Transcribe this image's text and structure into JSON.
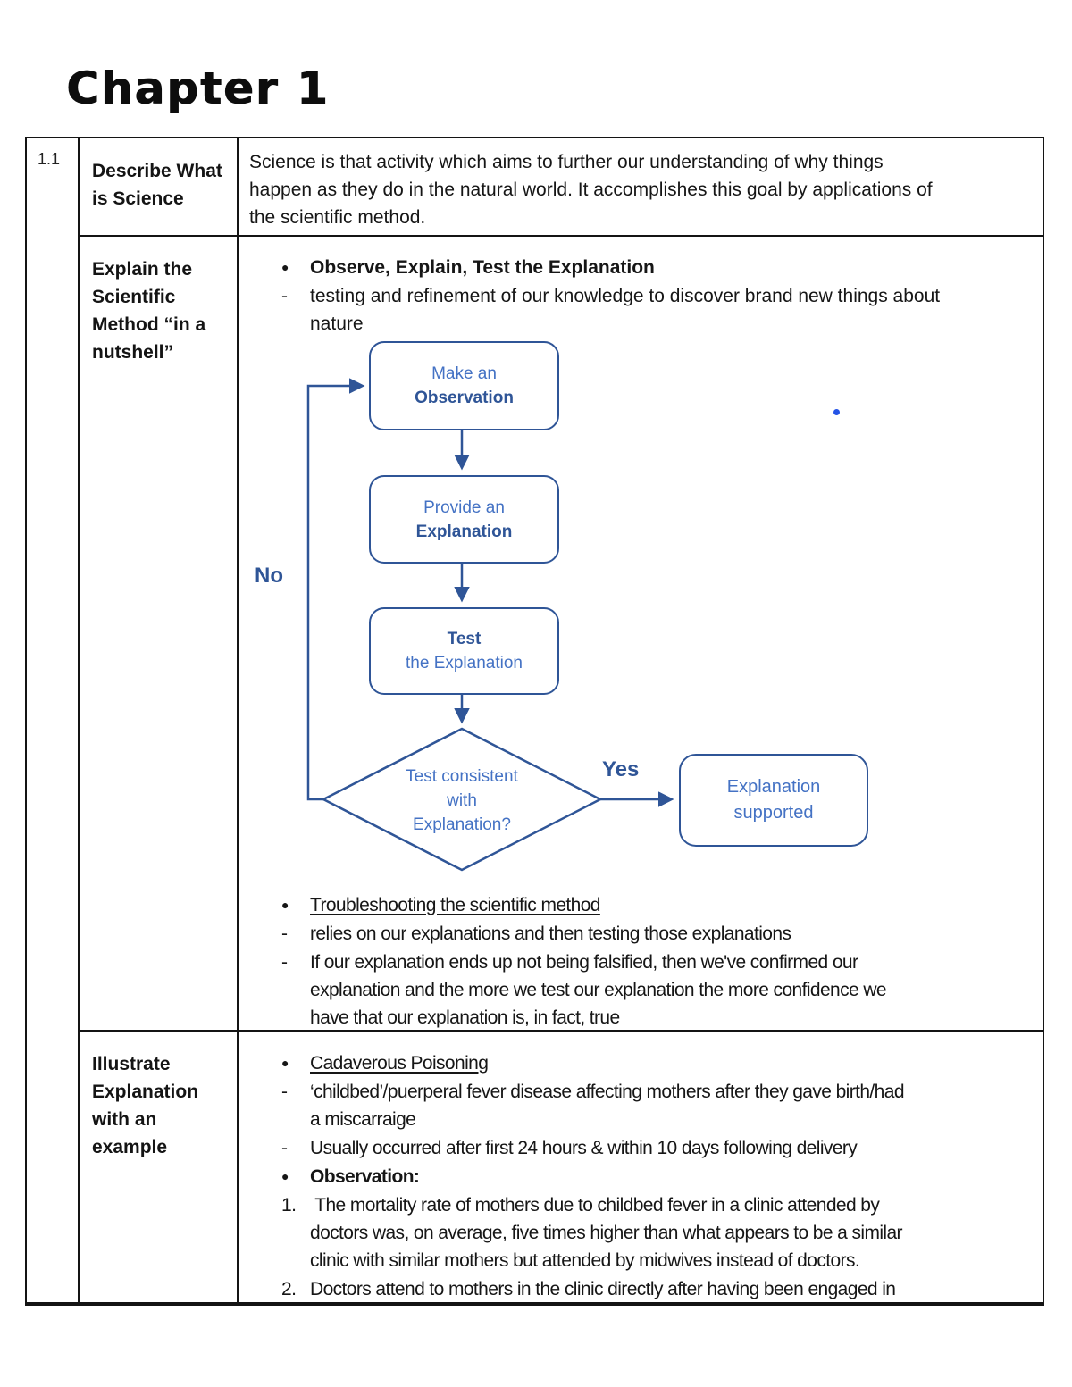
{
  "colors": {
    "ink": "#141414",
    "flow-border": "#2F5597",
    "flow-light": "#4472C4",
    "flow-bold": "#2F5597",
    "stray-dot": "#2453E6"
  },
  "title": "Chapter 1",
  "markers": {
    "bullet": "●",
    "dash": "-",
    "num1": "1.",
    "num2": "2."
  },
  "table": {
    "row1": {
      "number": "1.1",
      "heading": "Describe What\nis Science",
      "content": "Science is that activity which aims to further our understanding of why things\nhappen as they do in the natural world. It accomplishes this goal by applications of\nthe scientific method."
    },
    "row2": {
      "heading": "Explain the\nScientific\nMethod “in a\nnutshell”",
      "bullet1": "Observe, Explain, Test the Explanation",
      "dash1": "testing and refinement of our knowledge to discover brand new things about\nnature",
      "bullet2": "Troubleshooting the scientific method",
      "dash2": "relies on our explanations and then testing those explanations",
      "dash3": "If our explanation ends up not being falsified, then we've confirmed our\nexplanation and the more we test our explanation the more confidence we\nhave that our explanation is, in fact, true"
    },
    "row3": {
      "heading": "Illustrate\nExplanation\nwith an\nexample",
      "bullet1": "Cadaverous Poisoning",
      "dash1": "‘childbed’/puerperal fever disease affecting mothers after they gave birth/had\na miscarraige",
      "dash2": "Usually occurred after first 24 hours & within 10 days following delivery",
      "bullet2": "Observation:",
      "item1": " The mortality rate of mothers due to childbed fever in a clinic attended by\ndoctors was, on average, five times higher than what appears to be a similar\nclinic with similar mothers but attended by midwives instead of doctors.",
      "item2": "Doctors attend to mothers in the clinic directly after having been engaged in"
    }
  },
  "flowchart": {
    "box1": {
      "line1": "Make an",
      "line2": "Observation"
    },
    "box2": {
      "line1": "Provide an",
      "line2": "Explanation"
    },
    "box3": {
      "line1": "Test",
      "line2": "the Explanation"
    },
    "decision": "Test consistent\nwith\nExplanation?",
    "result": "Explanation\nsupported",
    "no_label": "No",
    "yes_label": "Yes"
  }
}
